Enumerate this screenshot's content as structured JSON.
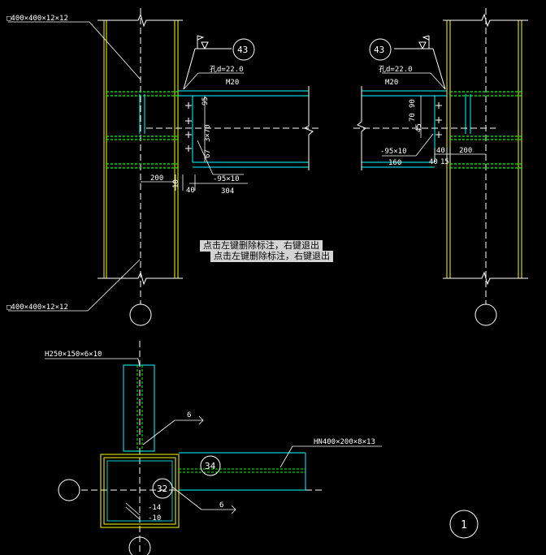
{
  "drawing": {
    "top_left": {
      "column_label_top": "□400×400×12×12",
      "column_label_bottom": "□400×400×12×12",
      "bubble": "43",
      "hole_spec": "孔d=22.0",
      "bolt_spec": "M20",
      "dim_spacing": "3×70",
      "dim_95": "95",
      "dim_67": "67",
      "dim_200": "200",
      "dim_10": "10",
      "dim_40": "40",
      "plate": "-95×10",
      "plate_len": "304"
    },
    "top_right": {
      "bubble": "43",
      "hole_spec": "孔d=22.0",
      "bolt_spec": "M20",
      "dim_90": "90",
      "dim_70": "70",
      "dim_45": "45",
      "dim_40": "40",
      "dim_200": "200",
      "plate": "-95×10",
      "plate_len": "160",
      "dim_40b": "40",
      "dim_15": "15"
    },
    "plan": {
      "stub_label": "H250×150×6×10",
      "beam_label": "HN400×200×8×13",
      "weld_top": "6",
      "weld_bottom": "6",
      "bubble_34": "34",
      "bubble_32": "32",
      "plate_14": "-14",
      "plate_10": "-10"
    },
    "sheet_number": "1"
  },
  "status": {
    "prompt_1": "点击左键删除标注，右键退出",
    "prompt_2": "点击左键删除标注，右键退出"
  },
  "colors": {
    "background": "#000000",
    "cyan": "#00ffff",
    "green": "#00ff00",
    "yellow": "#ffff00",
    "white": "#ffffff",
    "prompt_bg": "#d4d4d4"
  }
}
